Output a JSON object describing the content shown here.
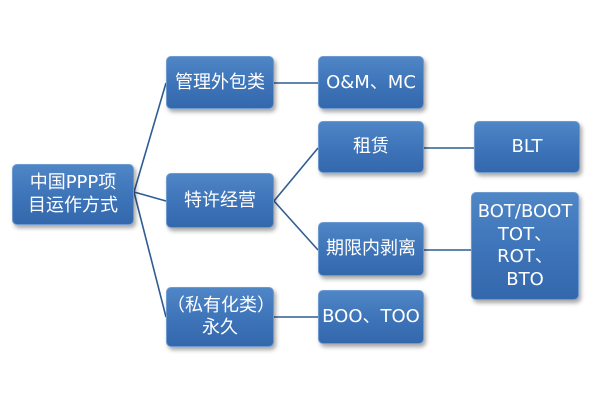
{
  "diagram": {
    "root": {
      "line1": "中国PPP项",
      "line2": "目运作方式"
    },
    "categories": [
      {
        "label": "管理外包类"
      },
      {
        "label": "特许经营"
      },
      {
        "line1": "（私有化类）",
        "line2": "永久"
      }
    ],
    "subcategories": [
      {
        "label": "租赁"
      },
      {
        "label": "期限内剥离"
      }
    ],
    "leaves": [
      {
        "label": "O&M、MC"
      },
      {
        "label": "BLT"
      },
      {
        "line1": "BOT/BOOT",
        "line2": "TOT、ROT、",
        "line3": "BTO"
      },
      {
        "label": "BOO、TOO"
      }
    ],
    "colors": {
      "box_fill": "#3d73b8",
      "box_border": "#6f9ad0",
      "connector": "#2f5d93",
      "text": "#ffffff",
      "background": "#ffffff"
    }
  }
}
